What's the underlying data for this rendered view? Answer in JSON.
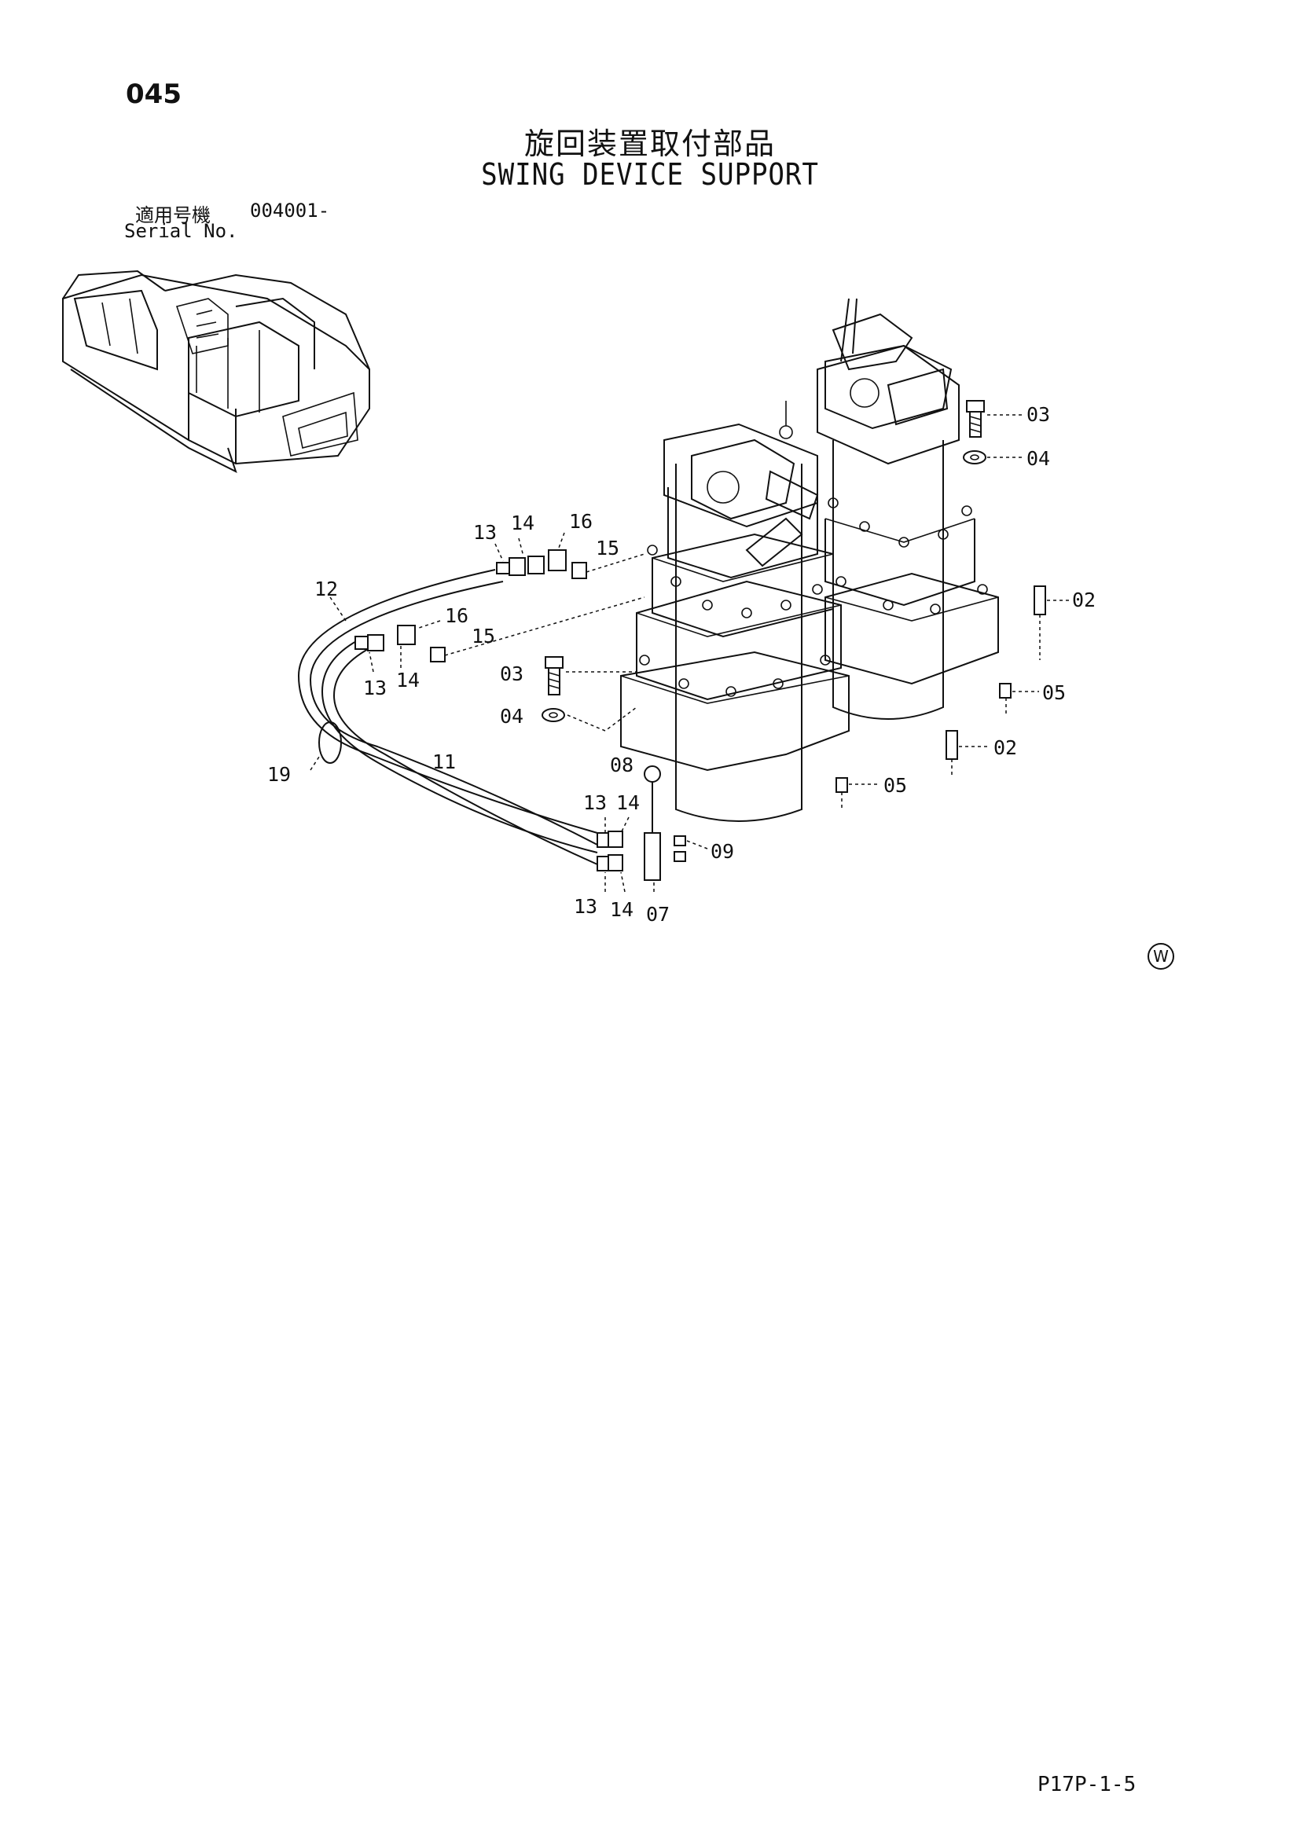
{
  "page_number": "045",
  "title_jp": "旋回装置取付部品",
  "title_en": "SWING DEVICE SUPPORT",
  "serial": {
    "label_jp": "適用号機",
    "value": "004001-",
    "label_en": "Serial No."
  },
  "callouts": {
    "c03a": "03",
    "c04a": "04",
    "c02a": "02",
    "c05a": "05",
    "c02b": "02",
    "c05b": "05",
    "c03b": "03",
    "c04b": "04",
    "c13a": "13",
    "c14a": "14",
    "c16a": "16",
    "c15a": "15",
    "c12": "12",
    "c16b": "16",
    "c15b": "15",
    "c13b": "13",
    "c14b": "14",
    "c19": "19",
    "c11": "11",
    "c08": "08",
    "c13c": "13",
    "c14c": "14",
    "c09": "09",
    "c13d": "13",
    "c14d": "14",
    "c07": "07"
  },
  "watermark_symbol": "W",
  "reference_code": "P17P-1-5"
}
